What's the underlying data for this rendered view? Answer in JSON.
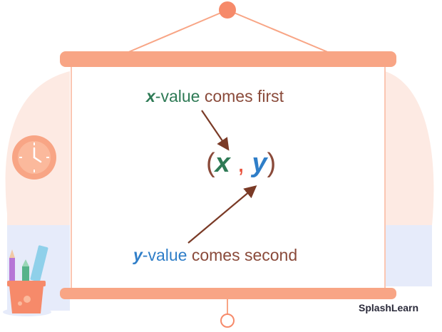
{
  "colors": {
    "frame": "#f8a585",
    "x_accent": "#2e7a55",
    "y_accent": "#2f7ec8",
    "text_brown": "#8a4a3a",
    "comma": "#e9533d",
    "arrow": "#7a3a26"
  },
  "x_label": {
    "var": "x",
    "rest_var": "-value",
    "rest": " comes first"
  },
  "pair": {
    "open": "(",
    "x": "x",
    "comma": ",",
    "y": "y",
    "close": ")"
  },
  "y_label": {
    "var": "y",
    "rest_var": "-value",
    "rest": " comes second"
  },
  "brand": "SplashLearn",
  "icons": [
    "wall-clock-icon",
    "pencil-holder-icon",
    "screen-hanger-icon",
    "pull-ring-icon"
  ]
}
